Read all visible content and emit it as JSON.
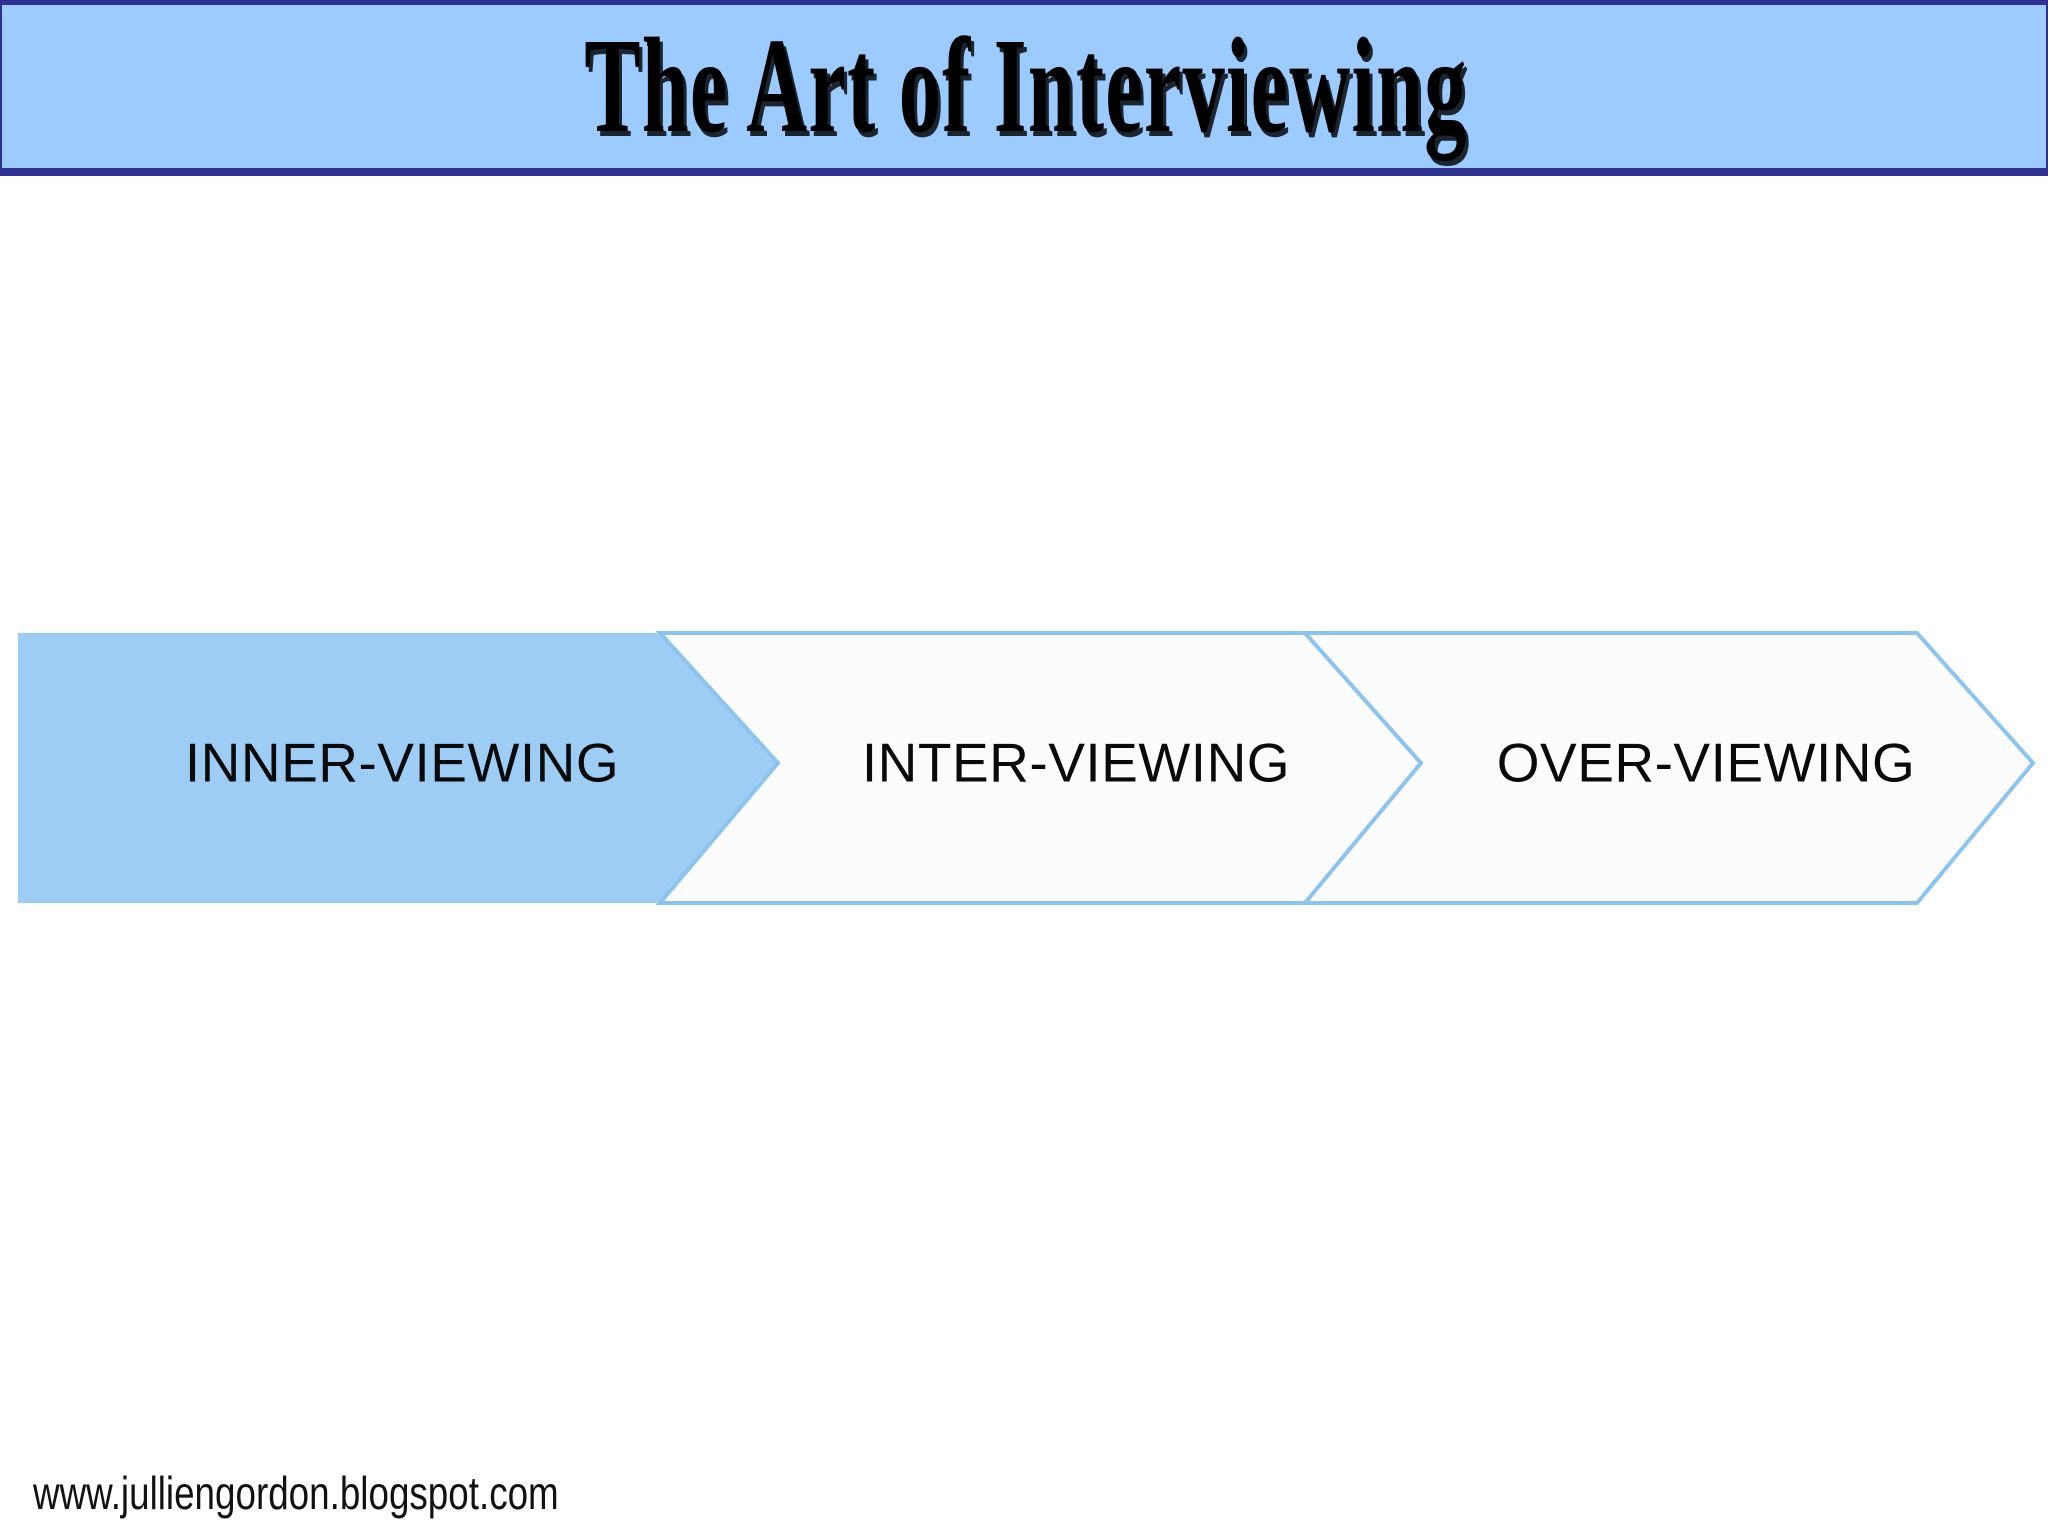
{
  "slide": {
    "background_color": "#ffffff",
    "title": {
      "text": "The Art of Interviewing",
      "banner_fill": "#9ccbff",
      "banner_border": "#2e3192",
      "text_color": "#000000"
    },
    "diagram": {
      "type": "chevron-process",
      "accent_color": "#9dcdf5",
      "outline_color": "#8cc4f0",
      "active_fill": "#9dcdf5",
      "inactive_fill": "#fcfcfd",
      "steps": [
        {
          "label": "INNER-VIEWING",
          "state": "filled",
          "order": 1
        },
        {
          "label": "INTER-VIEWING",
          "state": "outline",
          "order": 2
        },
        {
          "label": "OVER-VIEWING",
          "state": "outline",
          "order": 3
        }
      ]
    },
    "footer": {
      "url": "www.julliengordon.blogspot.com"
    }
  }
}
